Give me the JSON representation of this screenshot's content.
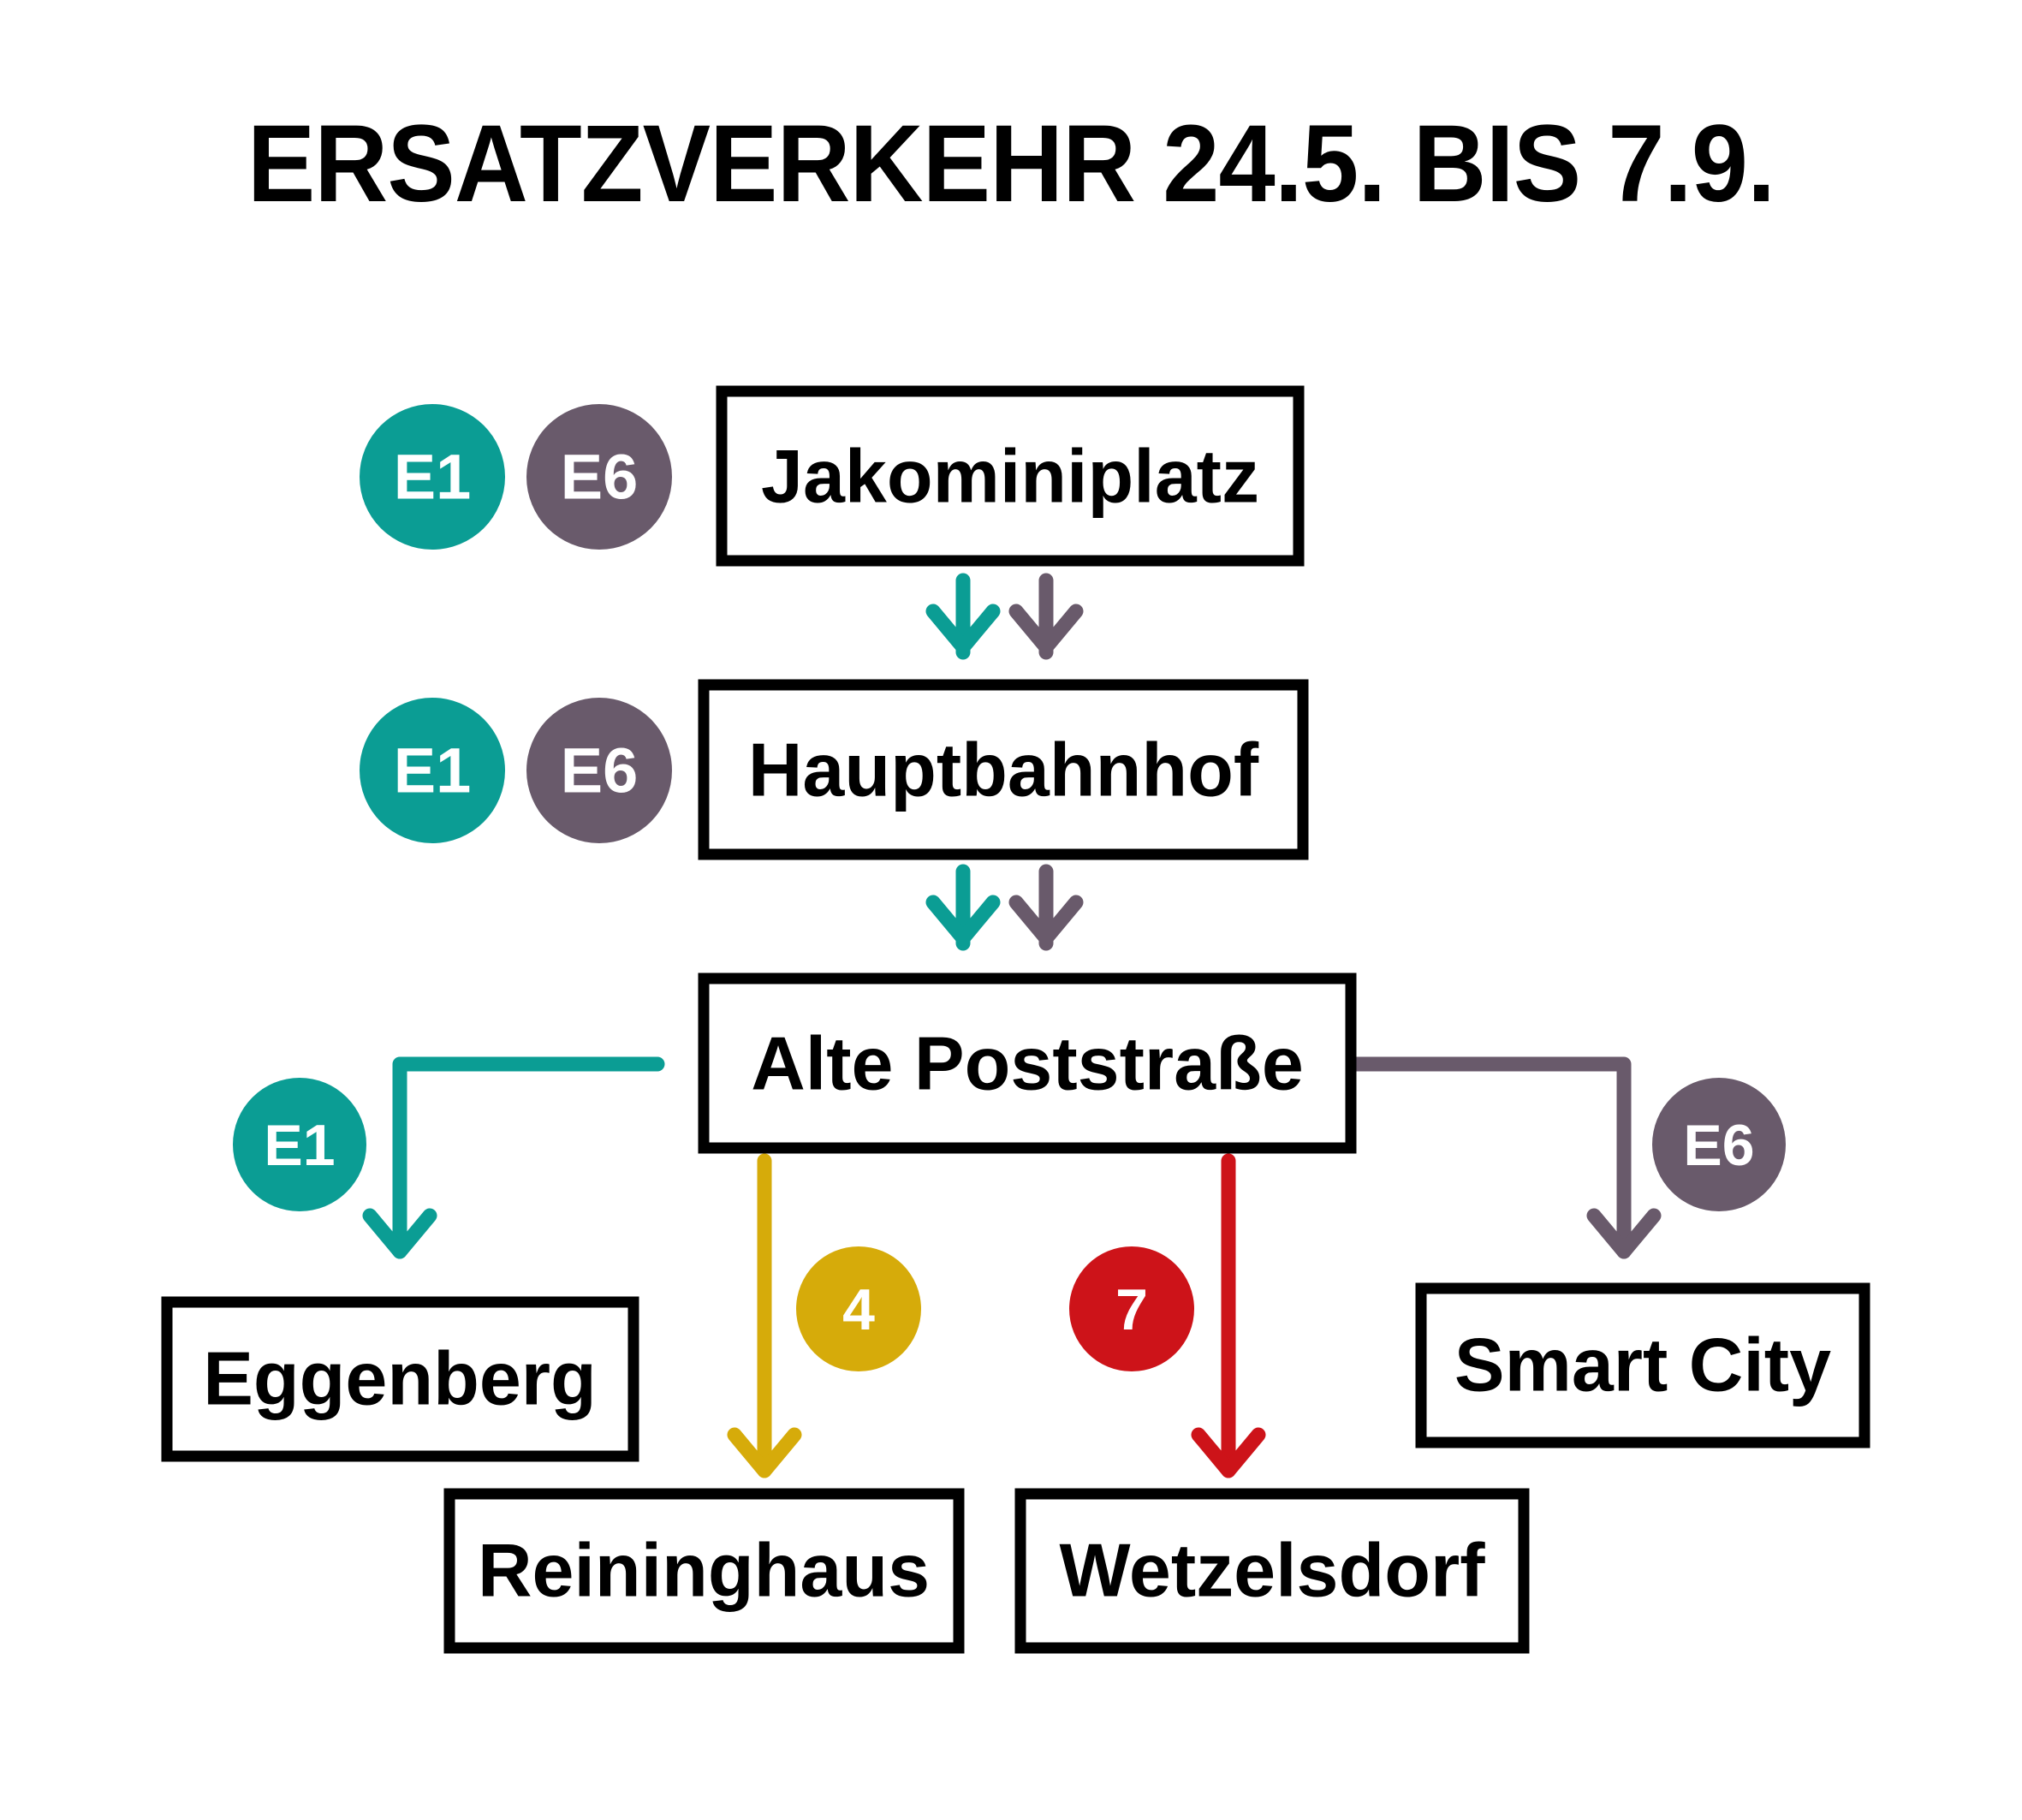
{
  "title": "ERSATZVERKEHR 24.5. BIS 7.9.",
  "colors": {
    "e1": "#0b9d94",
    "e6": "#695a6b",
    "line4": "#d6ab0a",
    "line7": "#cd1319",
    "box_border": "#000000",
    "text": "#000000",
    "background": "#ffffff"
  },
  "lines": [
    {
      "id": "E1",
      "label": "E1",
      "color": "#0b9d94"
    },
    {
      "id": "E6",
      "label": "E6",
      "color": "#695a6b"
    },
    {
      "id": "4",
      "label": "4",
      "color": "#d6ab0a"
    },
    {
      "id": "7",
      "label": "7",
      "color": "#cd1319"
    }
  ],
  "stations": {
    "jakominiplatz": "Jakominiplatz",
    "hauptbahnhof": "Hauptbahnhof",
    "alte_poststrasse": "Alte Poststraße",
    "eggenberg": "Eggenberg",
    "reininghaus": "Reininghaus",
    "wetzelsdorf": "Wetzelsdorf",
    "smart_city": "Smart City"
  },
  "rows": [
    {
      "row_id": "row-jakominiplatz",
      "badges": [
        "E1",
        "E6"
      ],
      "station": "Jakominiplatz"
    },
    {
      "row_id": "row-hauptbahnhof",
      "badges": [
        "E1",
        "E6"
      ],
      "station": "Hauptbahnhof"
    },
    {
      "row_id": "row-alte-poststrasse",
      "badges": [],
      "station": "Alte Poststraße"
    }
  ],
  "branches": [
    {
      "branch_id": "branch-eggenberg",
      "badge": "E1",
      "station": "Eggenberg",
      "color": "#0b9d94"
    },
    {
      "branch_id": "branch-reininghaus",
      "badge": "4",
      "station": "Reininghaus",
      "color": "#d6ab0a"
    },
    {
      "branch_id": "branch-wetzelsdorf",
      "badge": "7",
      "station": "Wetzelsdorf",
      "color": "#cd1319"
    },
    {
      "branch_id": "branch-smart-city",
      "badge": "E6",
      "station": "Smart City",
      "color": "#695a6b"
    }
  ],
  "connections": [
    {
      "from": "Jakominiplatz",
      "to": "Hauptbahnhof",
      "lines": [
        "E1",
        "E6"
      ]
    },
    {
      "from": "Hauptbahnhof",
      "to": "Alte Poststraße",
      "lines": [
        "E1",
        "E6"
      ]
    },
    {
      "from": "Alte Poststraße",
      "to": "Eggenberg",
      "lines": [
        "E1"
      ]
    },
    {
      "from": "Alte Poststraße",
      "to": "Reininghaus",
      "lines": [
        "4"
      ]
    },
    {
      "from": "Alte Poststraße",
      "to": "Wetzelsdorf",
      "lines": [
        "7"
      ]
    },
    {
      "from": "Alte Poststraße",
      "to": "Smart City",
      "lines": [
        "E6"
      ]
    }
  ]
}
